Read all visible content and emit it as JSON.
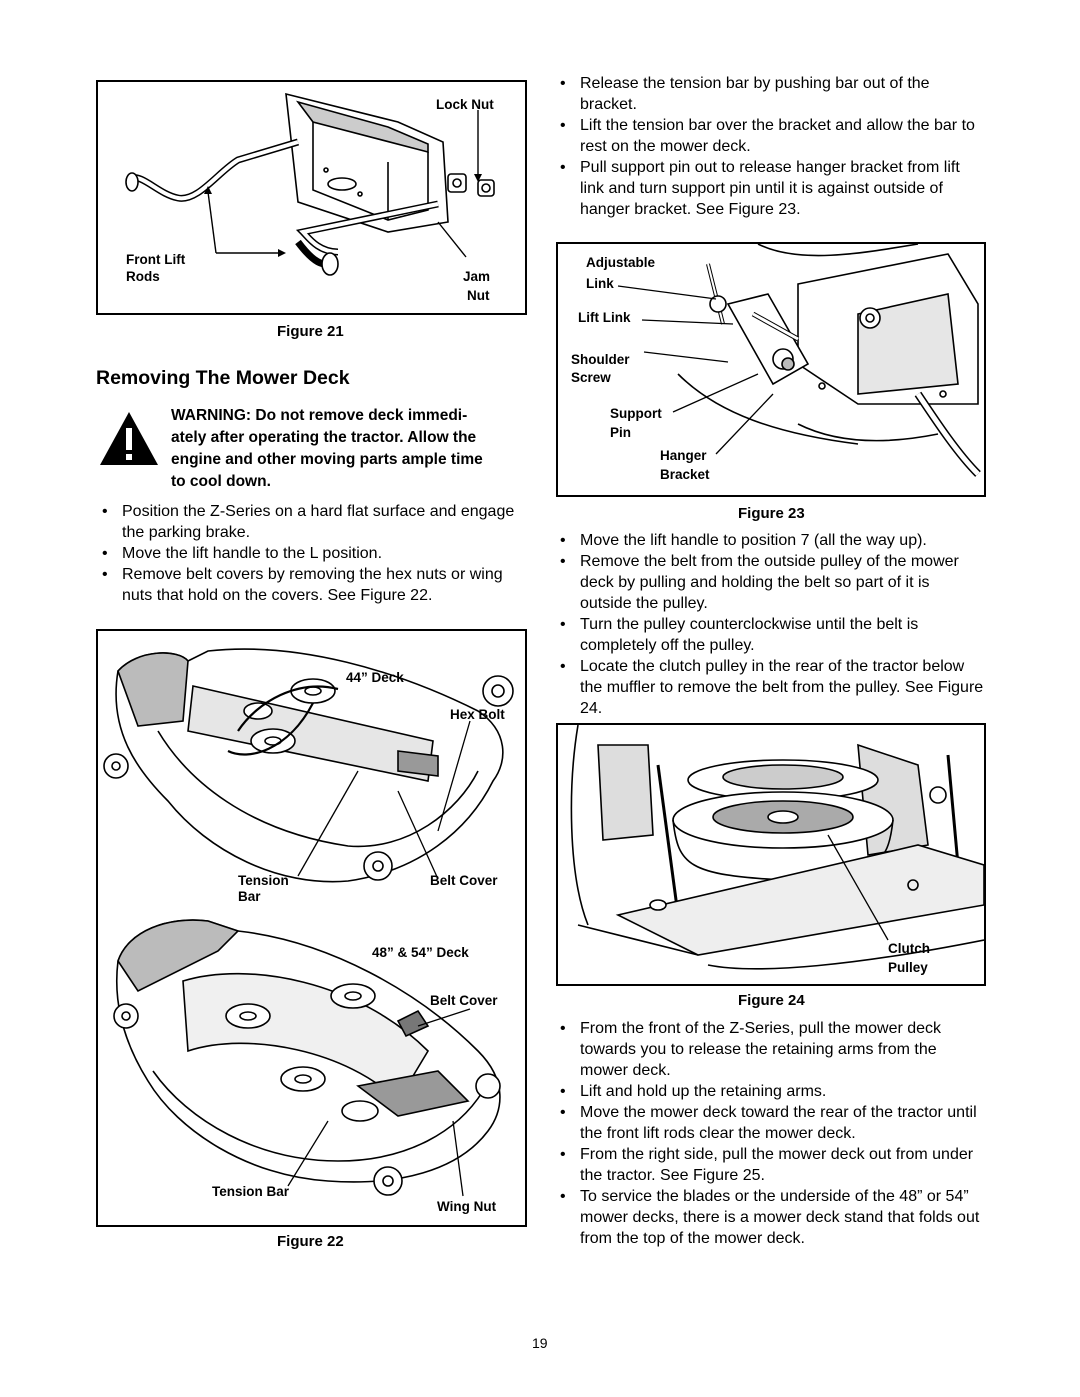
{
  "figure21": {
    "caption": "Figure 21",
    "labels": {
      "lock_nut": "Lock Nut",
      "front_lift": "Front Lift",
      "rods": "Rods",
      "jam": "Jam",
      "nut": "Nut"
    }
  },
  "section": {
    "title": "Removing The Mower Deck"
  },
  "warning": {
    "icon": "warning-exclamation-icon",
    "lines": [
      "WARNING: Do not remove deck immedi-",
      "ately after operating the tractor. Allow the",
      "engine and other moving parts ample time",
      "to cool down."
    ]
  },
  "left_bullets": [
    "Position the Z-Series on a hard flat surface and engage the parking brake.",
    "Move the lift handle to the L position.",
    "Remove belt covers by removing the hex nuts or wing nuts that hold on the covers. See Figure 22."
  ],
  "figure22": {
    "caption": "Figure 22",
    "labels": {
      "deck44": "44” Deck",
      "hex_bolt": "Hex Bolt",
      "tension": "Tension",
      "bar": "Bar",
      "belt_cover_top": "Belt Cover",
      "deck48": "48” & 54” Deck",
      "belt_cover_bottom": "Belt Cover",
      "tension_bar": "Tension Bar",
      "wing_nut": "Wing Nut"
    }
  },
  "right_bullets_top": [
    "Release the tension bar by pushing bar out of the bracket.",
    "Lift the tension bar over the bracket and allow the bar to rest on the mower deck.",
    "Pull support pin out to release hanger bracket from lift link and turn support pin until it is against outside of hanger bracket. See Figure 23."
  ],
  "figure23": {
    "caption": "Figure 23",
    "labels": {
      "adjustable": "Adjustable",
      "link": "Link",
      "lift_link": "Lift Link",
      "shoulder": "Shoulder",
      "screw": "Screw",
      "support": "Support",
      "pin": "Pin",
      "hanger": "Hanger",
      "bracket": "Bracket"
    }
  },
  "right_bullets_mid": [
    "Move the lift handle to position 7 (all the way up).",
    "Remove the belt from the outside pulley of the mower deck by pulling and holding the belt so part of it is outside the pulley.",
    "Turn the pulley counterclockwise until the belt is completely off the pulley.",
    "Locate the clutch pulley in the rear of the tractor below the muffler to remove the belt from the pulley. See Figure 24."
  ],
  "figure24": {
    "caption": "Figure 24",
    "labels": {
      "clutch": "Clutch",
      "pulley": "Pulley"
    }
  },
  "right_bullets_bottom": [
    "From the front of the Z-Series, pull the mower deck towards you to release the retaining arms from the mower deck.",
    "Lift and hold up the retaining arms.",
    "Move the mower deck toward the rear of the tractor until the front lift rods clear the mower deck.",
    "From the right side, pull the mower deck out from under the tractor. See Figure 25.",
    "To service the blades or the underside of the 48” or 54” mower decks, there is a mower deck stand that folds out from the top of the mower deck."
  ],
  "page": {
    "number": "19"
  }
}
